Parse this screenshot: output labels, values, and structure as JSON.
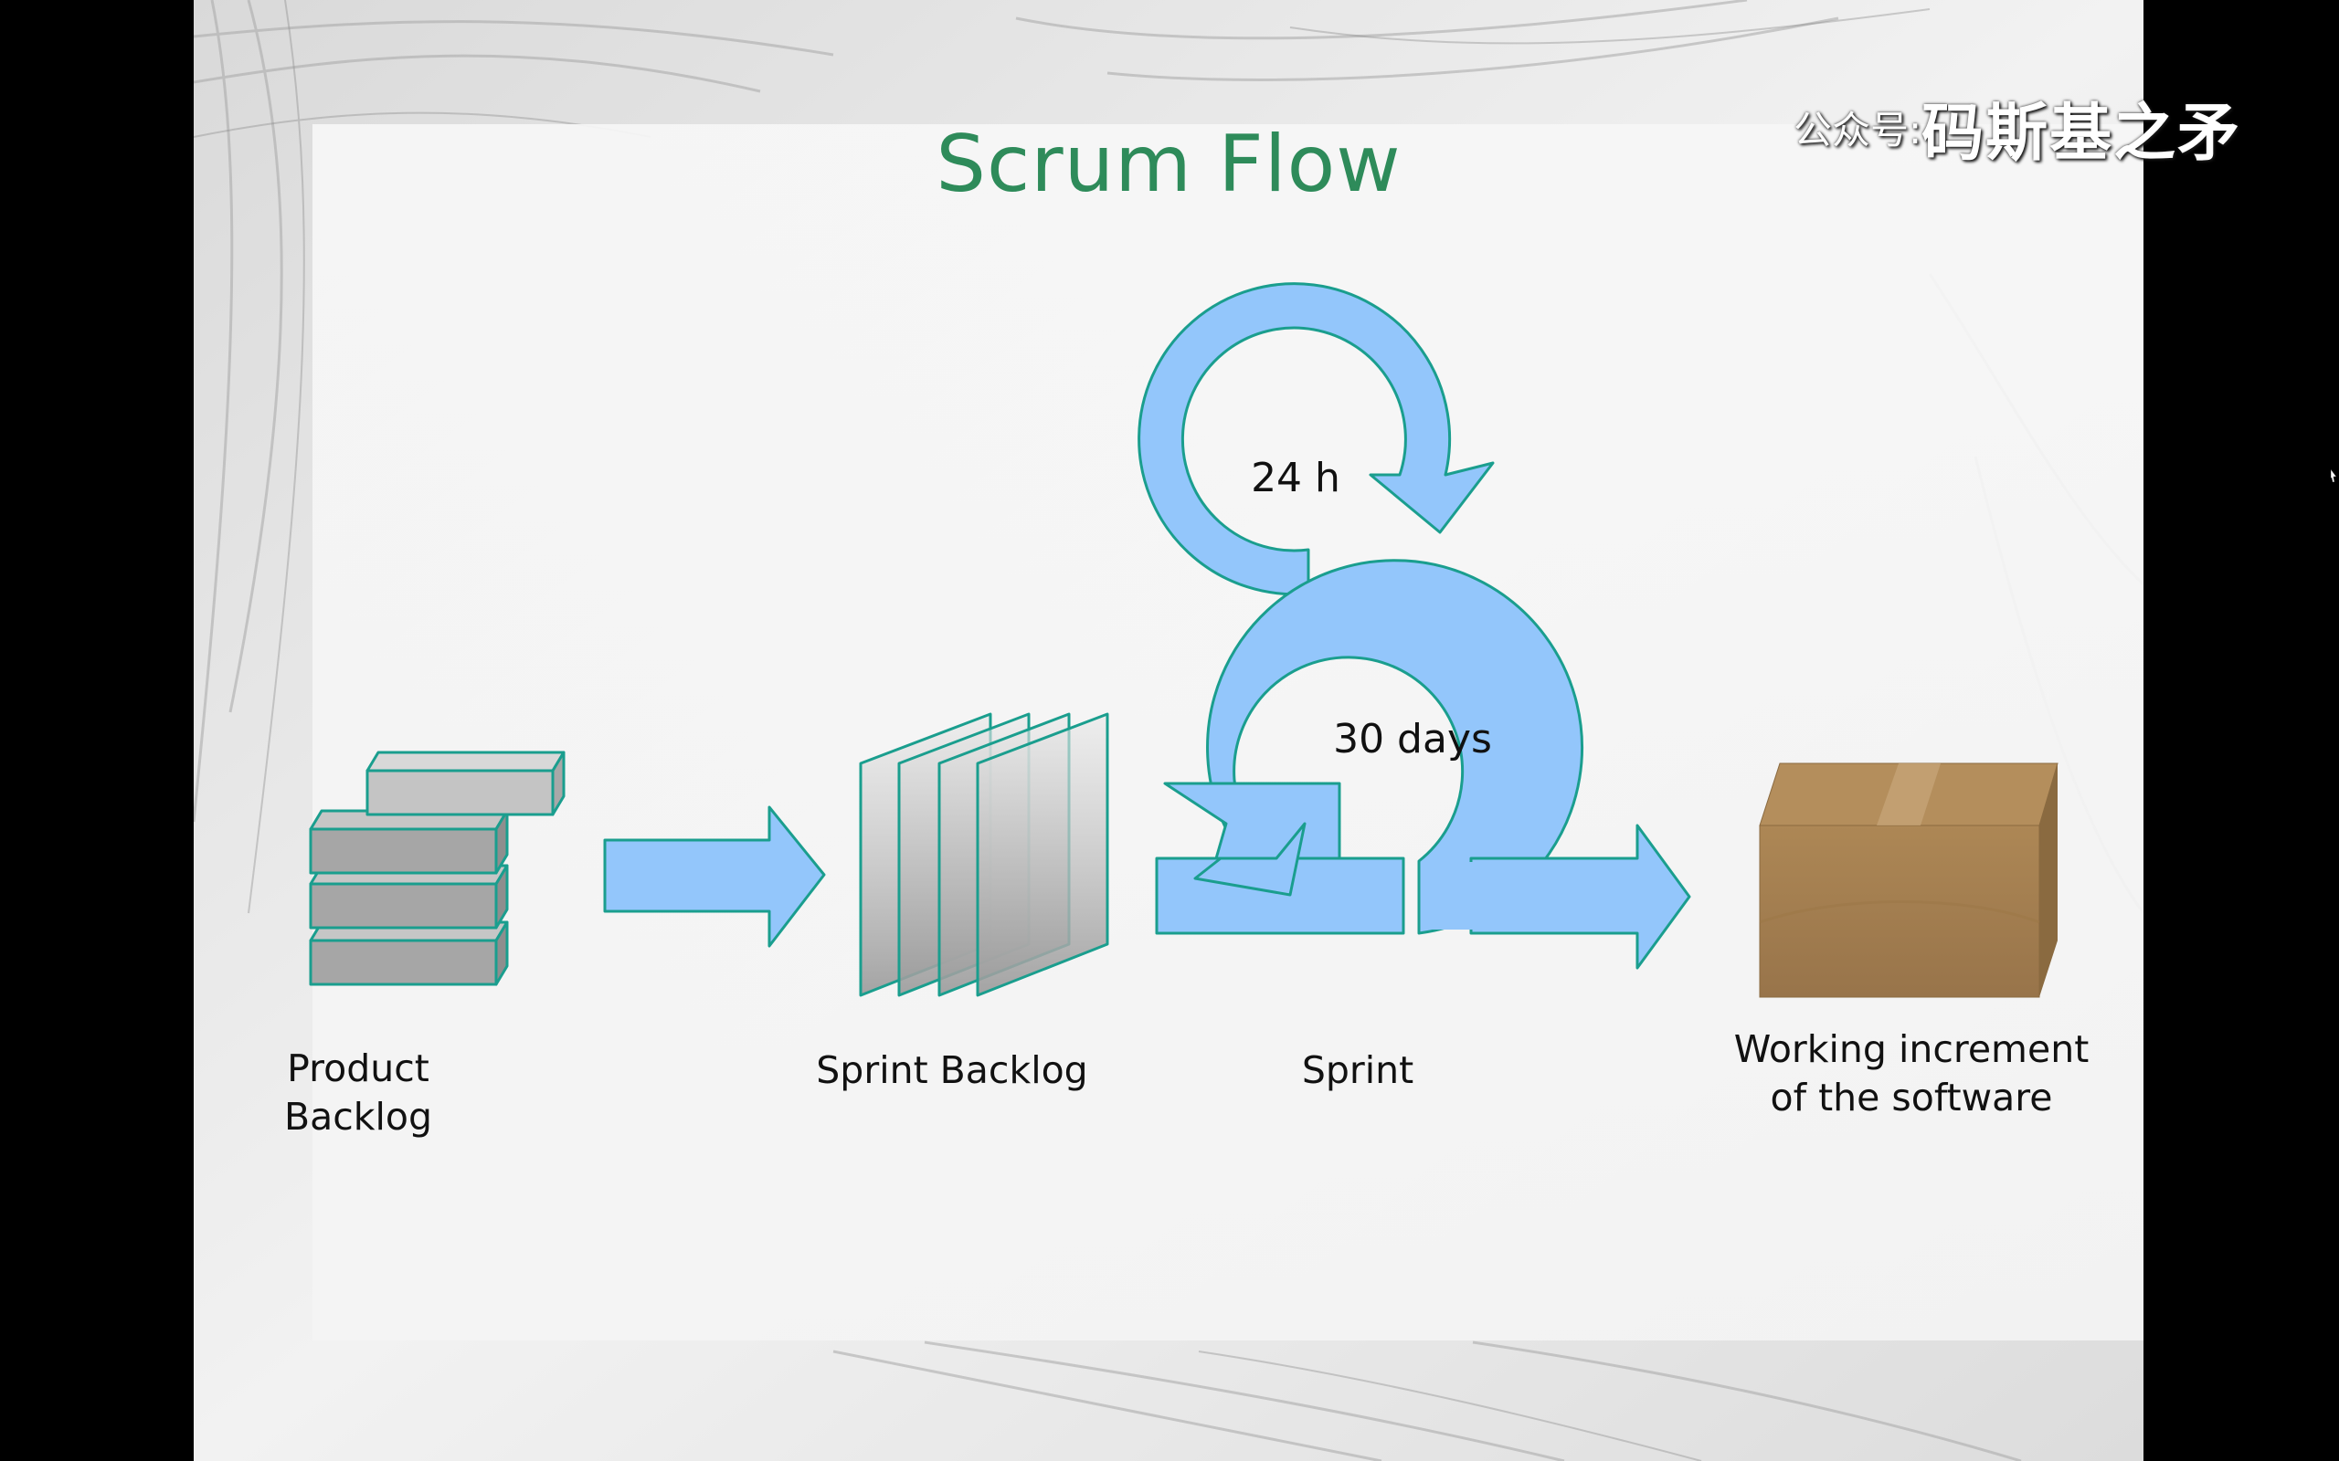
{
  "title": "Scrum Flow",
  "watermark": {
    "prefix": "公众号:",
    "name": "码斯基之矛"
  },
  "steps": [
    {
      "id": "product-backlog",
      "label": "Product Backlog"
    },
    {
      "id": "sprint-backlog",
      "label": "Sprint Backlog"
    },
    {
      "id": "sprint",
      "label": "Sprint"
    },
    {
      "id": "increment",
      "label_line1": "Working increment",
      "label_line2": "of the software"
    }
  ],
  "cycles": {
    "daily": "24 h",
    "sprint": "30 days"
  },
  "colors": {
    "title": "#2e8b5a",
    "arrow_fill": "#93c6fb",
    "outline": "#1a9e8e",
    "block_fill": "#a6a6a6",
    "box_fill": "#a37d4c"
  }
}
